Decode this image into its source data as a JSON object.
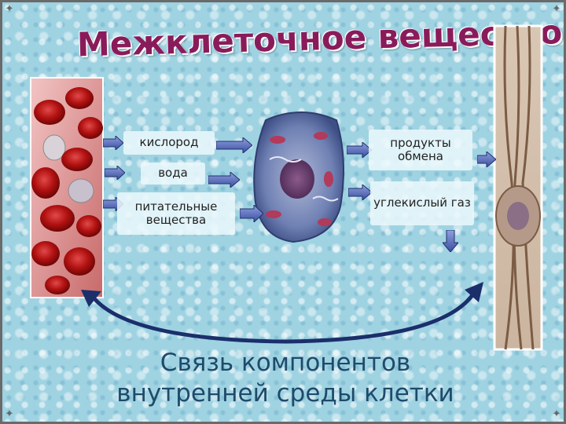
{
  "slide": {
    "title": "Межклеточное вещество",
    "subtitle_line1": "Связь компонентов",
    "subtitle_line2": "внутренней среды клетки"
  },
  "inputs": {
    "oxygen": "кислород",
    "water": "вода",
    "nutrients": "питательные вещества"
  },
  "outputs": {
    "metabolic_products": "продукты обмена",
    "carbon_dioxide": "углекислый газ"
  },
  "colors": {
    "title": "#8a1b5b",
    "subtitle": "#1f4a6b",
    "background": "#9fd3e2",
    "arrow_fill": "#5a6fb8",
    "curve": "#1b2f6b"
  }
}
